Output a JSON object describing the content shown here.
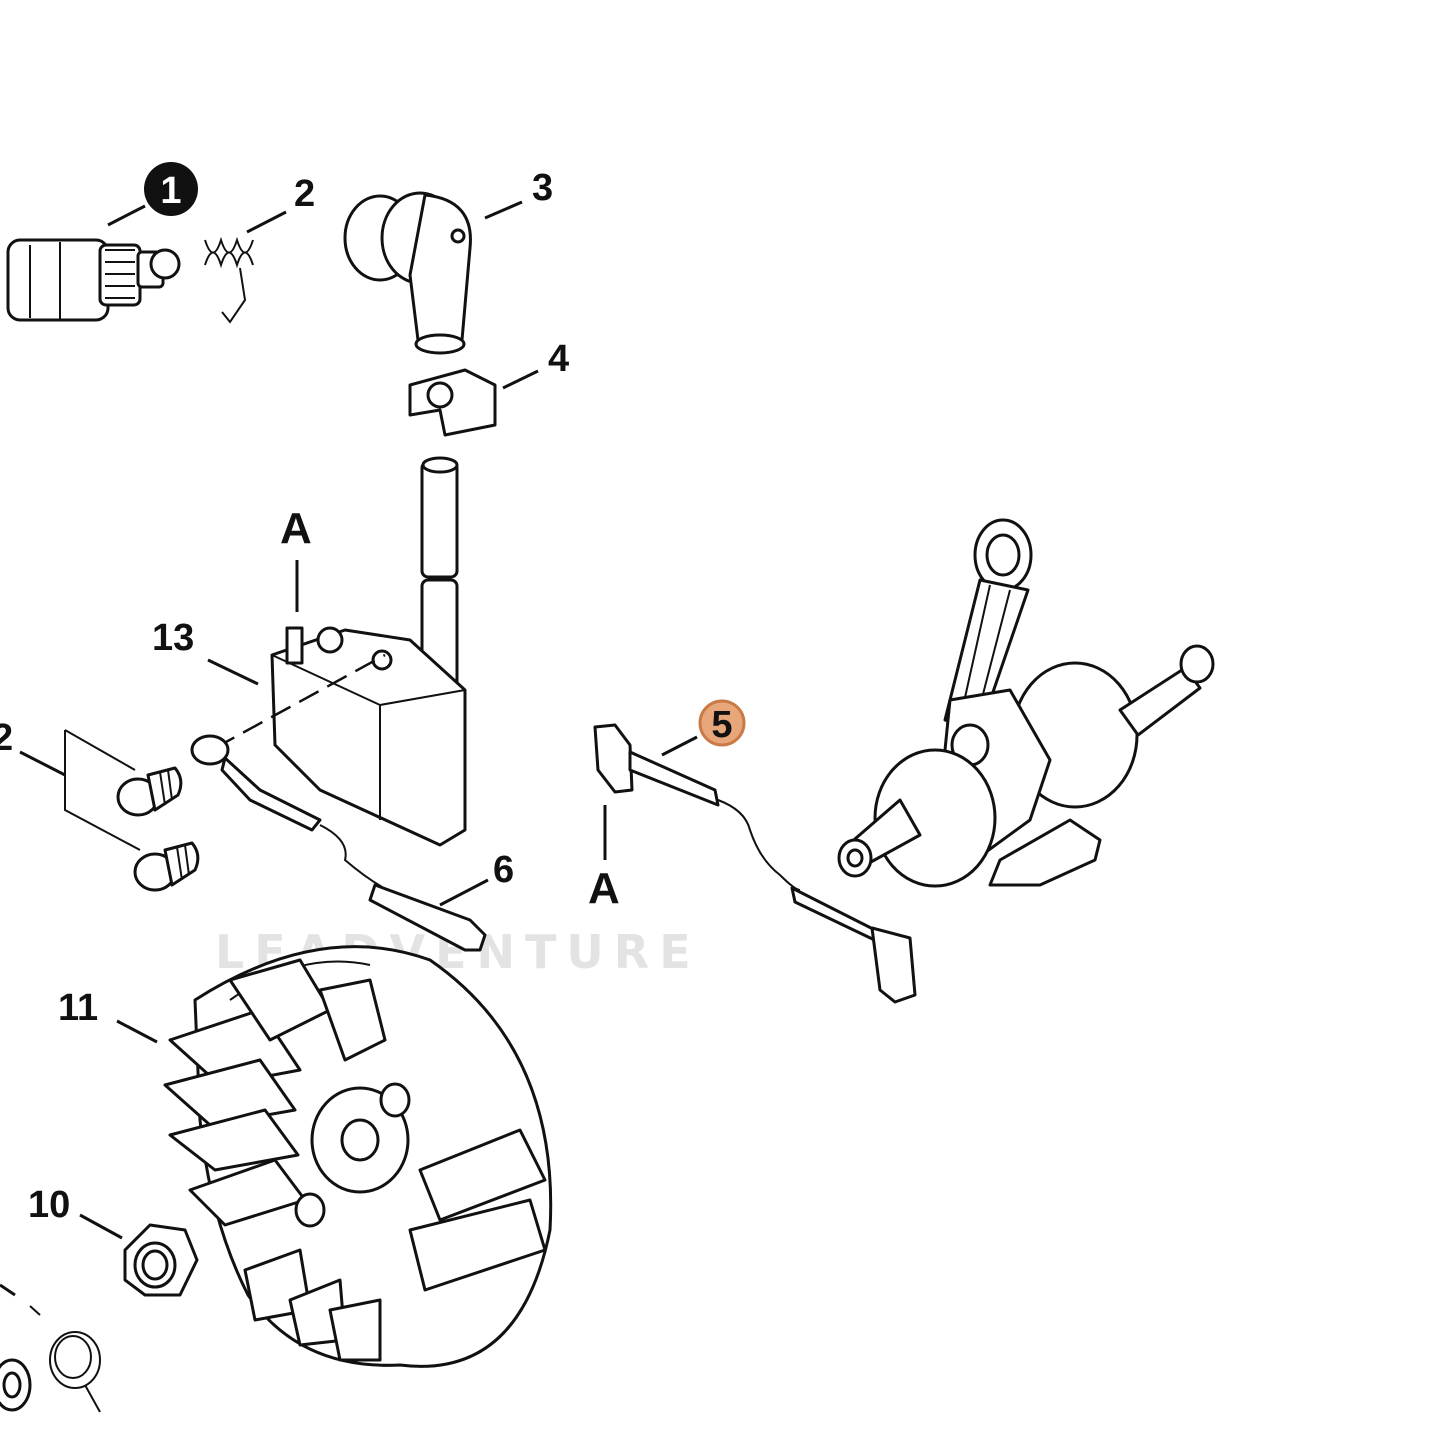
{
  "callouts": [
    {
      "id": "1",
      "text": "1",
      "style": "black-circle"
    },
    {
      "id": "2",
      "text": "2"
    },
    {
      "id": "3",
      "text": "3"
    },
    {
      "id": "4",
      "text": "4"
    },
    {
      "id": "5",
      "text": "5",
      "style": "highlight-circle"
    },
    {
      "id": "6",
      "text": "6"
    },
    {
      "id": "10",
      "text": "10"
    },
    {
      "id": "11",
      "text": "11"
    },
    {
      "id": "12",
      "text": "2"
    },
    {
      "id": "13",
      "text": "13"
    }
  ],
  "section_markers": {
    "top": "A",
    "bottom": "A"
  },
  "watermark": "LEADVENTURE",
  "colors": {
    "line": "#111111",
    "highlight_fill": "#e8a77a",
    "highlight_stroke": "#c97a45",
    "watermark": "#e3e3e3"
  }
}
